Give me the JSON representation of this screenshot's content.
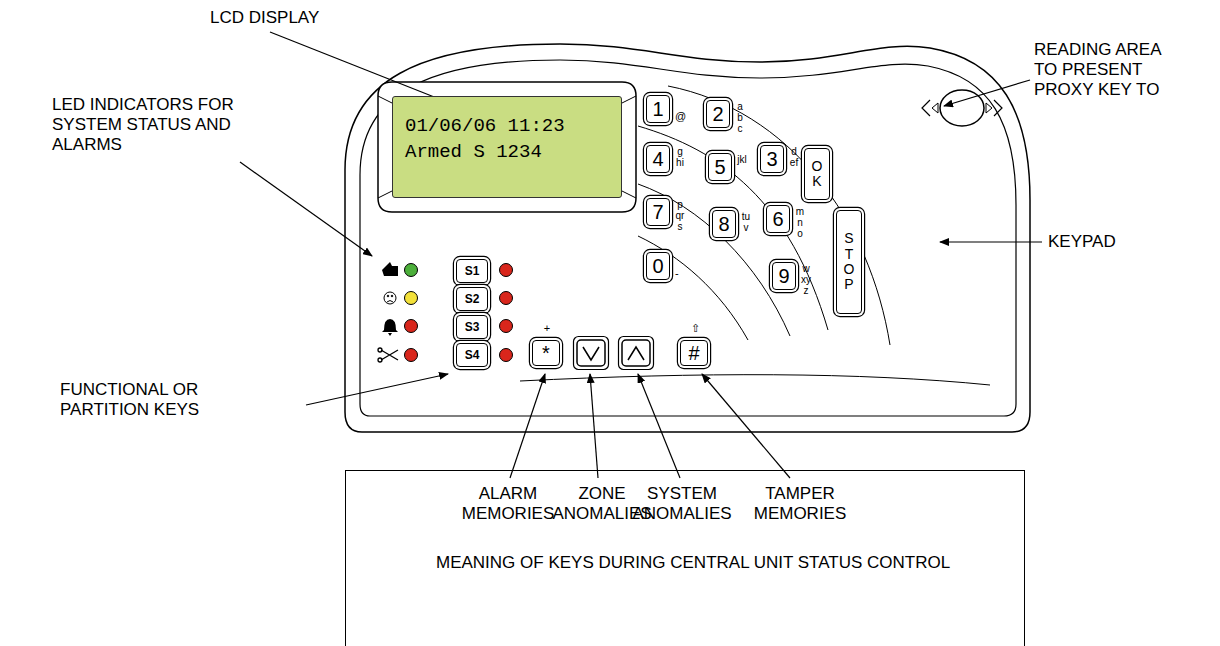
{
  "diagram": {
    "nodes": [
      {
        "text": [
          "01/06/06 11:23",
          "Armed S 1234"
        ]
      },
      {
        "text": [
          "S1"
        ]
      },
      {
        "text": [
          "S2"
        ]
      },
      {
        "text": [
          "S3"
        ]
      },
      {
        "text": [
          "S4"
        ]
      },
      {
        "text": [
          "1",
          "@"
        ]
      },
      {
        "text": [
          "2",
          "abc"
        ]
      },
      {
        "text": [
          "3",
          "def"
        ]
      },
      {
        "text": [
          "4",
          "ghi"
        ]
      },
      {
        "text": [
          "5",
          "jkl"
        ]
      },
      {
        "text": [
          "6",
          "mno"
        ]
      },
      {
        "text": [
          "7",
          "pqrs"
        ]
      },
      {
        "text": [
          "8",
          "tuv"
        ]
      },
      {
        "text": [
          "9",
          "wxyz"
        ]
      },
      {
        "text": [
          "0",
          "-"
        ]
      },
      {
        "text": [
          "OK"
        ]
      },
      {
        "text": [
          "STOP"
        ]
      },
      {
        "text": [
          "*",
          "+"
        ]
      },
      {
        "text": [
          "#",
          "⇧"
        ]
      },
      {
        "text": [
          "MEANING OF KEYS DURING CENTRAL UNIT STATUS CONTROL"
        ]
      }
    ],
    "labels": [
      "LCD DISPLAY",
      "READING AREA TO PRESENT PROXY KEY TO",
      "LED INDICATORS FOR SYSTEM STATUS AND ALARMS",
      "KEYPAD",
      "FUNCTIONAL OR PARTITION KEYS",
      "ALARM MEMORIES",
      "ZONE ANOMALIES",
      "SYSTEM ANOMALIES",
      "TAMPER MEMORIES"
    ]
  }
}
